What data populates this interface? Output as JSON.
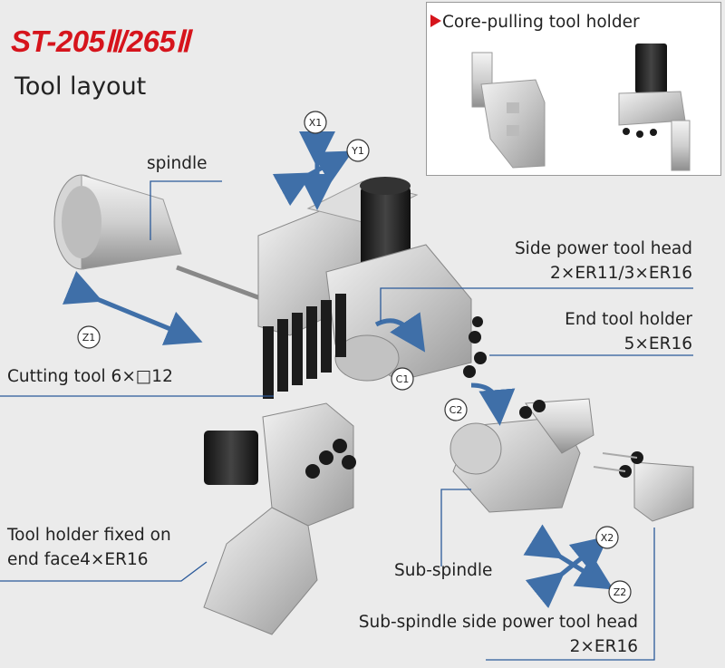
{
  "header": {
    "title": "ST-205Ⅱ/265Ⅱ",
    "subtitle": "Tool layout"
  },
  "inset": {
    "title": "Core-pulling tool holder"
  },
  "labels": {
    "spindle": "spindle",
    "side_power_line1": "Side power tool head",
    "side_power_line2": "2×ER11/3×ER16",
    "end_holder_line1": "End tool holder",
    "end_holder_line2": "5×ER16",
    "cutting_tool": "Cutting tool 6×□12",
    "fixed_holder_line1": "Tool holder fixed on",
    "fixed_holder_line2": "end face4×ER16",
    "sub_spindle": "Sub-spindle",
    "sub_side_line1": "Sub-spindle side power tool head",
    "sub_side_line2": "2×ER16"
  },
  "axes": {
    "x1": "X1",
    "y1": "Y1",
    "z1": "Z1",
    "c1": "C1",
    "c2": "C2",
    "x2": "X2",
    "z2": "Z2"
  },
  "colors": {
    "accent": "#d6141c",
    "arrow": "#3f6fa8",
    "leader": "#2b5a9a"
  }
}
